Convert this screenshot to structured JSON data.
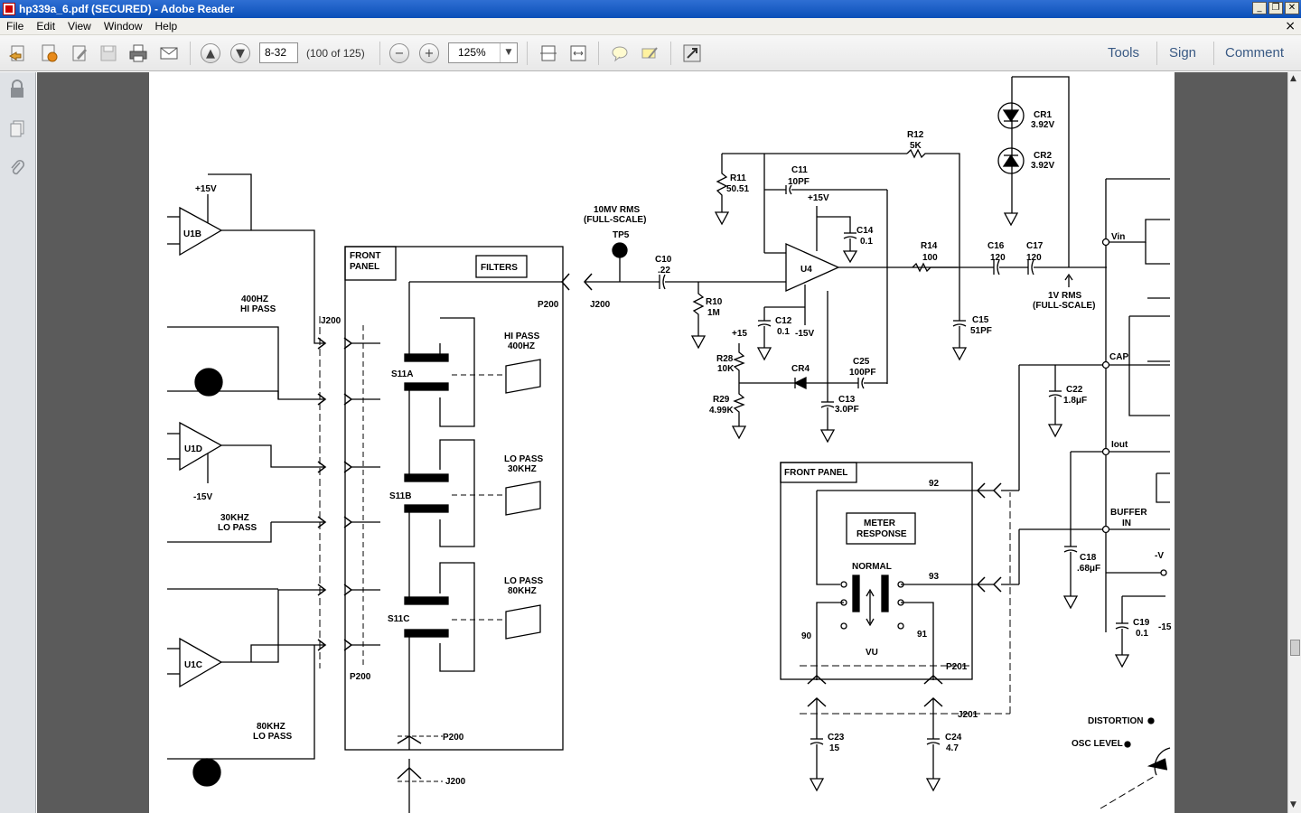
{
  "window": {
    "title": "hp339a_6.pdf (SECURED) - Adobe Reader",
    "minimize": "_",
    "restore": "❐",
    "close": "✕"
  },
  "menu": {
    "items": [
      "File",
      "Edit",
      "View",
      "Window",
      "Help"
    ],
    "close_doc": "×"
  },
  "toolbar": {
    "page_value": "8-32",
    "page_count": "(100 of 125)",
    "zoom_value": "125%",
    "tools": "Tools",
    "sign": "Sign",
    "comment": "Comment"
  },
  "schematic": {
    "labels": {
      "u1b": "U1B",
      "u1d": "U1D",
      "u1c": "U1C",
      "u4": "U4",
      "p15v_a": "+15V",
      "m15v_a": "-15V",
      "hp400": "400HZ",
      "hp_pass": "HI PASS",
      "lp30": "30KHZ",
      "lp_pass": "LO PASS",
      "lp80": "80KHZ",
      "lp_pass2": "LO PASS",
      "front1": "FRONT",
      "panel1": "PANEL",
      "filters": "FILTERS",
      "j200": "J200",
      "p200": "P200",
      "s11a": "S11A",
      "s11b": "S11B",
      "s11c": "S11C",
      "hipass": "HI PASS",
      "hz400": "400HZ",
      "lopass30": "LO PASS",
      "khz30": "30KHZ",
      "lopass80": "LO PASS",
      "khz80": "80KHZ",
      "tenmv": "10MV RMS",
      "fullscale": "(FULL-SCALE)",
      "tp5": "TP5",
      "c10": "C10",
      "c10v": ".22",
      "r10": "R10",
      "r10v": "1M",
      "r11": "R11",
      "r11v": "50.51",
      "c11": "C11",
      "c11v": "10PF",
      "p15v_b": "+15V",
      "r12": "R12",
      "r12v": "5K",
      "c14": "C14",
      "c14v": "0.1",
      "c12": "C12",
      "c12v": "0.1",
      "m15v_b": "-15V",
      "r28": "R28",
      "r28v": "10K",
      "p15": "+15",
      "r29": "R29",
      "r29v": "4.99K",
      "cr4": "CR4",
      "c25": "C25",
      "c25v": "100PF",
      "c13": "C13",
      "c13v": "3.0PF",
      "r14": "R14",
      "r14v": "100",
      "c15": "C15",
      "c15v": "51PF",
      "c16": "C16",
      "c16v": "120",
      "c17": "C17",
      "c17v": "120",
      "onev": "1V RMS",
      "fullscale2": "(FULL-SCALE)",
      "cr1": "CR1",
      "cr1v": "3.92V",
      "cr2": "CR2",
      "cr2v": "3.92V",
      "vin": "Vin",
      "cap": "CAP",
      "iout": "Iout",
      "buffer": "BUFFER",
      "in": "IN",
      "c22": "C22",
      "c22v": "1.8μF",
      "c18": "C18",
      "c18v": ".68μF",
      "c19": "C19",
      "c19v": "0.1",
      "front2": "FRONT PANEL",
      "meter": "METER",
      "response": "RESPONSE",
      "normal": "NORMAL",
      "vu": "VU",
      "p201": "P201",
      "j201": "J201",
      "c23": "C23",
      "c23v": "15",
      "c24": "C24",
      "c24v": "4.7",
      "distortion": "DISTORTION",
      "osclevel": "OSC LEVEL",
      "n92": "92",
      "n93": "93",
      "n90": "90",
      "n91": "91",
      "vminus": "-V",
      "m15_r": "-15"
    }
  },
  "colors": {
    "titlebar": "#0a4fb8",
    "toolbar": "#ececec",
    "doc_bg": "#5b5b5b",
    "right_btn": "#3a5a84"
  }
}
